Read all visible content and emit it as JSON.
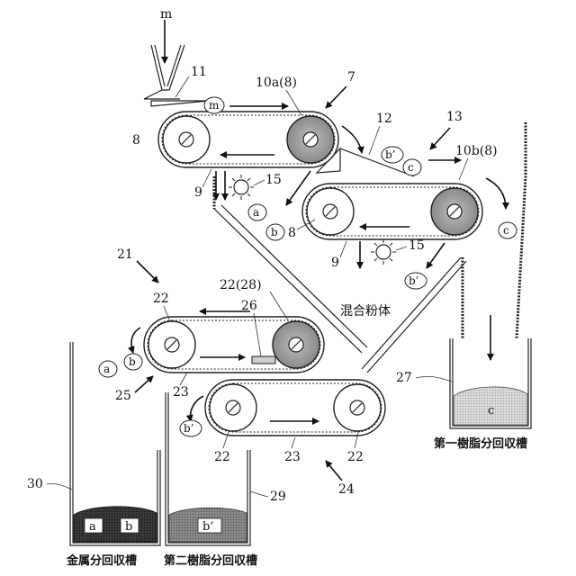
{
  "labels": {
    "m_top": "m",
    "n11": "11",
    "n10a": "10a(8)",
    "n7": "7",
    "n12": "12",
    "n13": "13",
    "n10b": "10b(8)",
    "n8_left": "8",
    "n9_top": "9",
    "n15_top": "15",
    "n8_mid": "8",
    "n9_mid": "9",
    "n15_mid": "15",
    "n21": "21",
    "n22_tl": "22",
    "n22_28": "22(28)",
    "n26": "26",
    "n25": "25",
    "n23_top": "23",
    "n27": "27",
    "n22_bl": "22",
    "n23_bot": "23",
    "n22_br": "22",
    "n24": "24",
    "n30": "30",
    "n29": "29",
    "mixed_powder": "混合粉体"
  },
  "circled": {
    "m": "m",
    "b_prime_top": "b’",
    "c_top": "c",
    "a_top": "a",
    "b_mid": "b",
    "c_right": "c",
    "b_prime_mid": "b’",
    "a_left": "a",
    "b_left": "b",
    "b_prime_low": "b’"
  },
  "bins": {
    "c_fill": "c",
    "a_fill": "a",
    "b_fill": "b",
    "b_prime_fill": "b’"
  },
  "captions": {
    "first_resin": "第一樹脂分回収槽",
    "metal": "金属分回収槽",
    "second_resin": "第二樹脂分回収槽"
  }
}
